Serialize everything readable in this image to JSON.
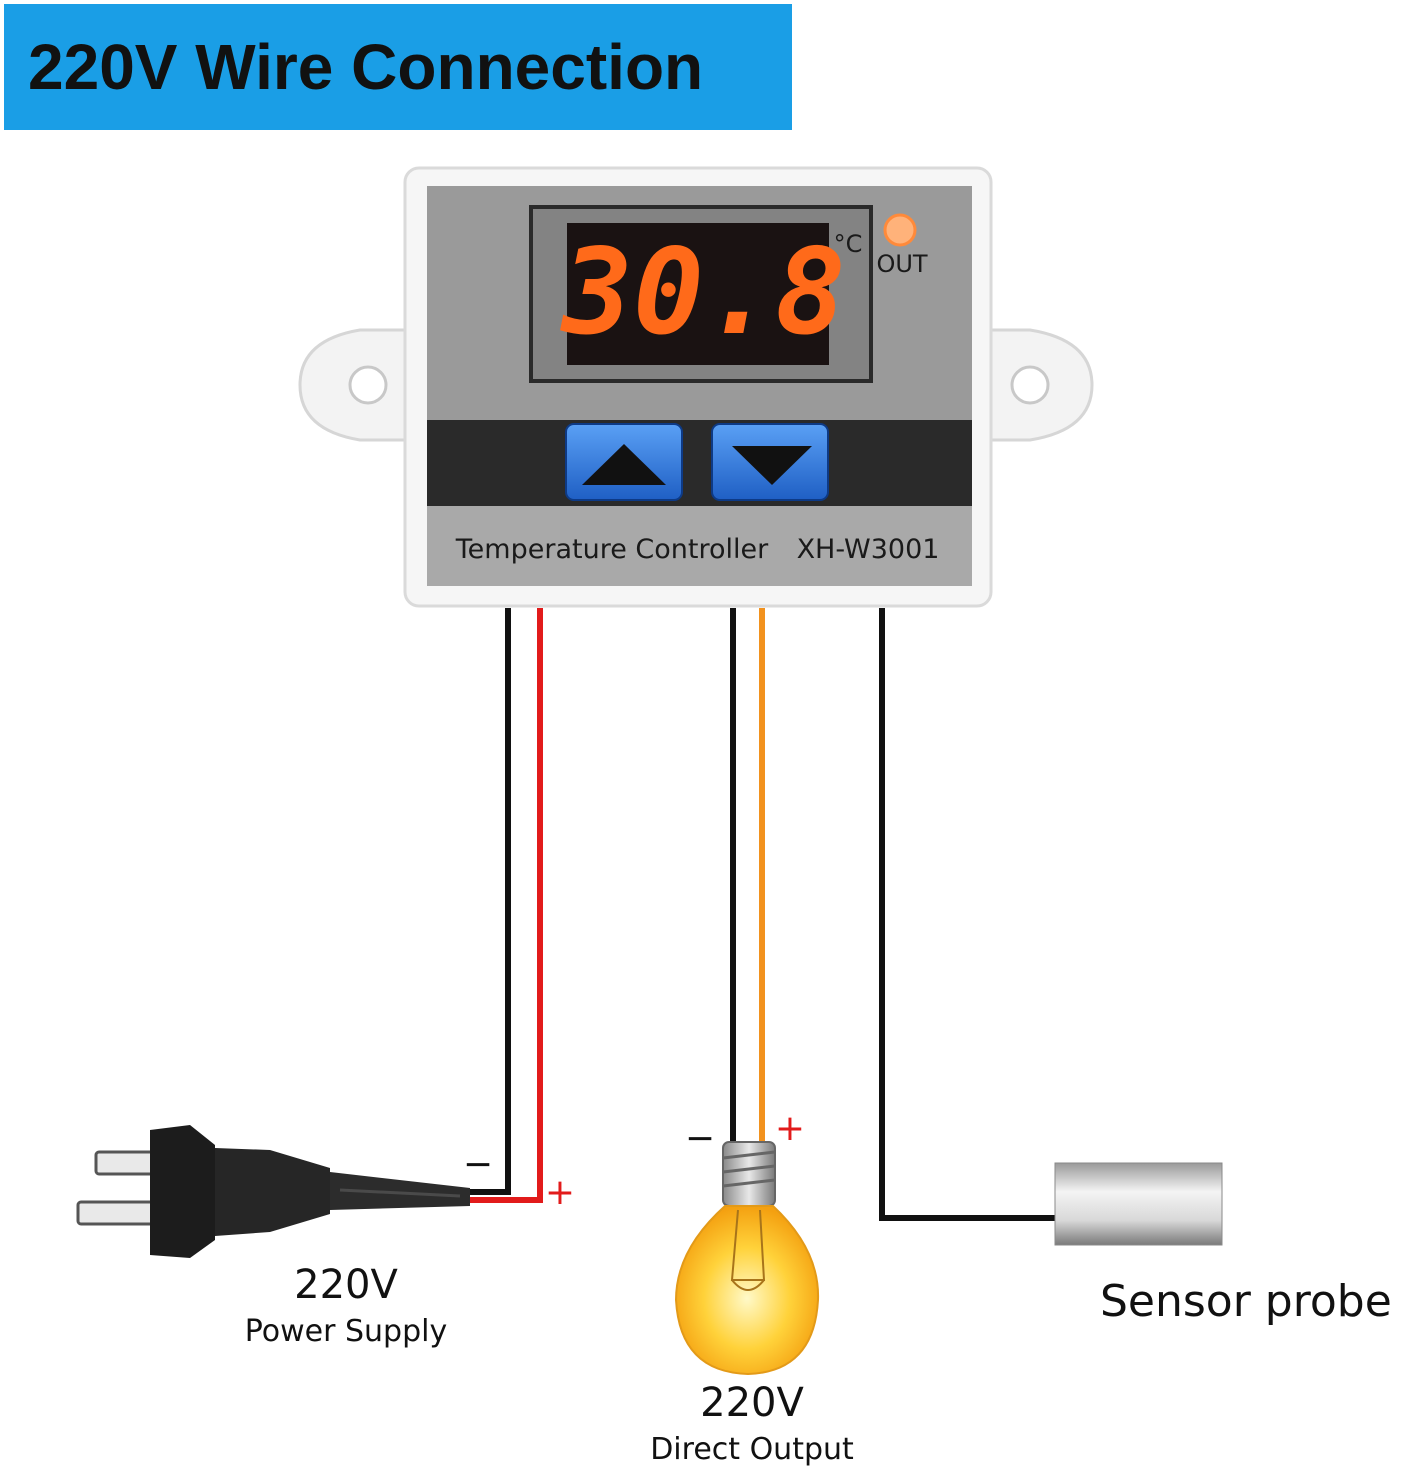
{
  "title": "220V Wire Connection",
  "device": {
    "display_value": "30.8",
    "unit": "°C",
    "out_label": "OUT",
    "name_label": "Temperature Controller",
    "model_label": "XH-W3001",
    "up_button_icon": "triangle-up-icon",
    "down_button_icon": "triangle-down-icon"
  },
  "power": {
    "voltage": "220V",
    "caption": "Power Supply",
    "minus": "−",
    "plus": "+"
  },
  "output": {
    "voltage": "220V",
    "caption": "Direct Output",
    "minus": "−",
    "plus": "+"
  },
  "sensor": {
    "caption": "Sensor probe"
  },
  "colors": {
    "banner": "#1a9ee6",
    "wire_black": "#111111",
    "wire_red": "#e21b1b",
    "wire_orange": "#f2921e",
    "led": "#ff6a1a",
    "button": "#2f73d8"
  }
}
